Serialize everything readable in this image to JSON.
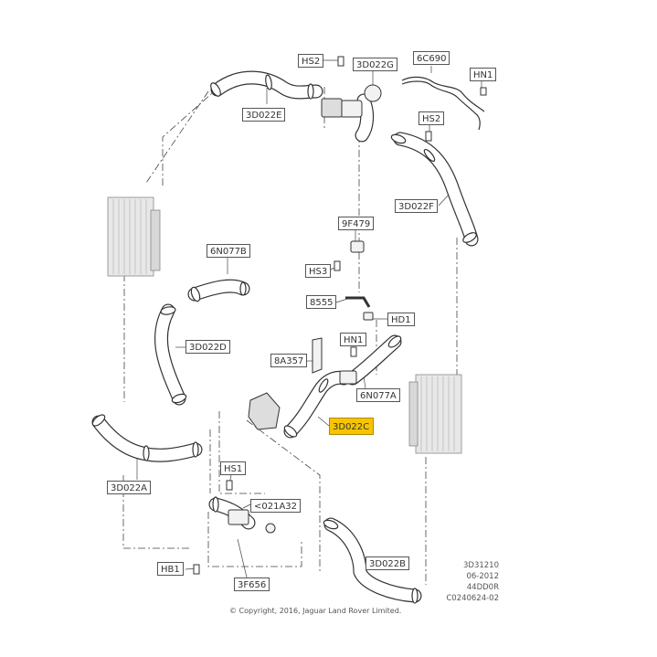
{
  "callouts": {
    "hs2_top": "HS2",
    "d022g": "3D022G",
    "c690": "6C690",
    "hn1_top": "HN1",
    "d022e": "3D022E",
    "hs2_right": "HS2",
    "d022f": "3D022F",
    "f479": "9F479",
    "n077b": "6N077B",
    "hs3": "HS3",
    "s8555": "8555",
    "hd1": "HD1",
    "d022d": "3D022D",
    "hn1_mid": "HN1",
    "a8357": "8A357",
    "n077a": "6N077A",
    "d022c": "3D022C",
    "hs1": "HS1",
    "d022a": "3D022A",
    "a021": "<021A32",
    "hb1": "HB1",
    "f656": "3F656",
    "d022b": "3D022B"
  },
  "meta": {
    "line1": "3D31210",
    "line2": "06-2012",
    "line3": "44DD0R",
    "line4": "C0240624-02"
  },
  "copyright": "© Copyright, 2016, Jaguar Land Rover Limited.",
  "colors": {
    "highlight": "#f6c400",
    "line": "#333333"
  }
}
